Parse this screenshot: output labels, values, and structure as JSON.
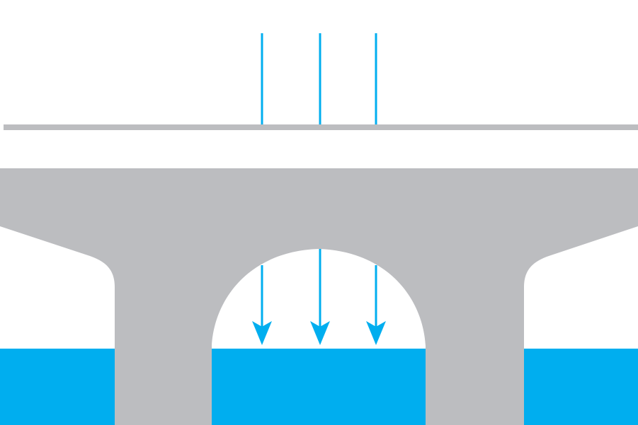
{
  "diagram": {
    "colors": {
      "background": "#ffffff",
      "structure": "#bcbdc0",
      "water": "#00aeef",
      "arrow": "#00aeef"
    },
    "elements": [
      "deck-line",
      "bridge-structure",
      "water-body",
      "arrows"
    ]
  }
}
